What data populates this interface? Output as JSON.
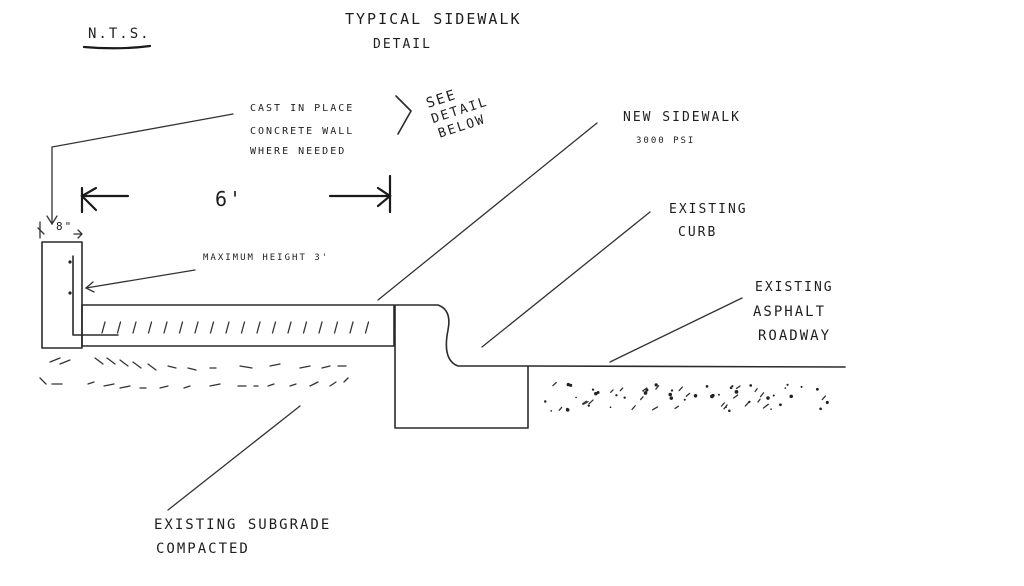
{
  "title": {
    "line1": "TYPICAL SIDEWALK",
    "line2": "DETAIL"
  },
  "scale_note": "N.T.S.",
  "labels": {
    "wall": {
      "line1": "CAST IN PLACE",
      "line2": "CONCRETE WALL",
      "line3": "WHERE NEEDED"
    },
    "see_detail": {
      "line1": "SEE",
      "line2": "DETAIL",
      "line3": "BELOW"
    },
    "new_sidewalk": {
      "line1": "NEW SIDEWALK",
      "line2": "3000 PSI"
    },
    "existing_curb": {
      "line1": "EXISTING",
      "line2": "CURB"
    },
    "existing_roadway": {
      "line1": "EXISTING",
      "line2": "ASPHALT",
      "line3": "ROADWAY"
    },
    "max_height": "MAXIMUM HEIGHT 3'",
    "subgrade": {
      "line1": "EXISTING SUBGRADE",
      "line2": "COMPACTED"
    }
  },
  "dimensions": {
    "sidewalk_width": "6'",
    "wall_thickness": "8\""
  }
}
